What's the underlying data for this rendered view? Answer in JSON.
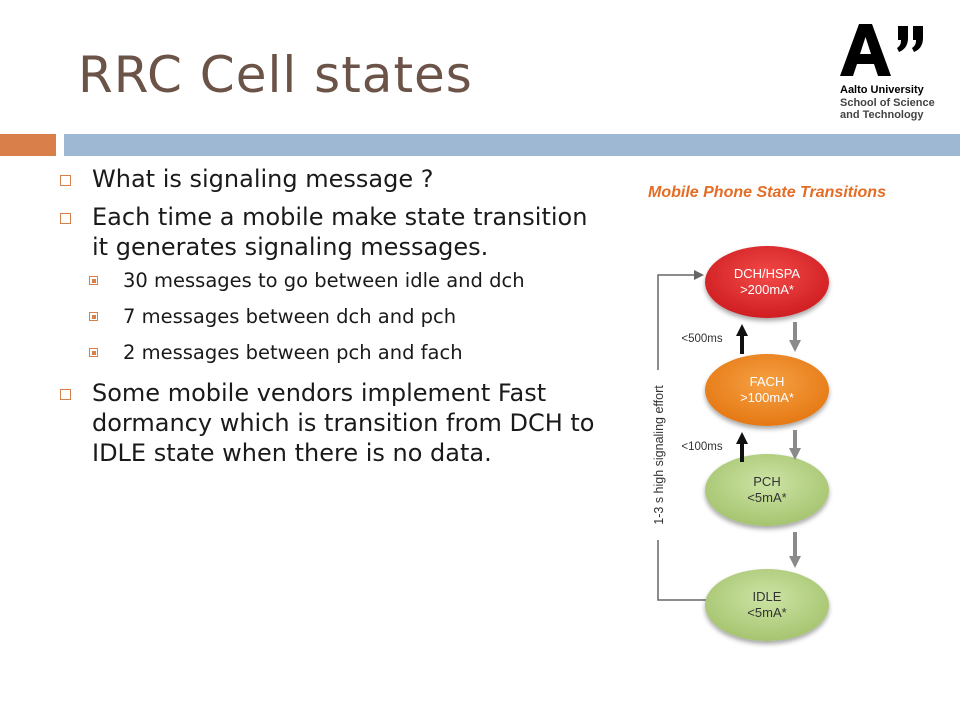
{
  "slide": {
    "title": "RRC Cell states"
  },
  "logo": {
    "mark": "A”",
    "line1": "Aalto University",
    "line2": "School of Science",
    "line3": "and Technology"
  },
  "bullets": {
    "b1": "What is signaling message ?",
    "b2": "Each time a mobile make state transition it generates signaling messages.",
    "b2_sub": [
      "30 messages to go between idle and dch",
      "7 messages between dch and pch",
      "2 messages between pch and fach"
    ],
    "b3": "Some mobile vendors implement Fast dormancy which is transition from DCH to IDLE state when there is no data."
  },
  "diagram": {
    "title": "Mobile Phone State Transitions",
    "states": [
      {
        "name": "DCH/HSPA",
        "power": ">200mA*",
        "color": "#e8262a"
      },
      {
        "name": "FACH",
        "power": ">100mA*",
        "color": "#f08a24"
      },
      {
        "name": "PCH",
        "power": "<5mA*",
        "color": "#b8d486"
      },
      {
        "name": "IDLE",
        "power": "<5mA*",
        "color": "#b8d486"
      }
    ],
    "timings": [
      "<500ms",
      "<100ms"
    ],
    "side_label": "1-3 s high signaling effort",
    "colors": {
      "title": "#e46c24",
      "arrow_up": "#111111",
      "arrow_down": "#8a8a8a",
      "line": "#666666"
    }
  }
}
